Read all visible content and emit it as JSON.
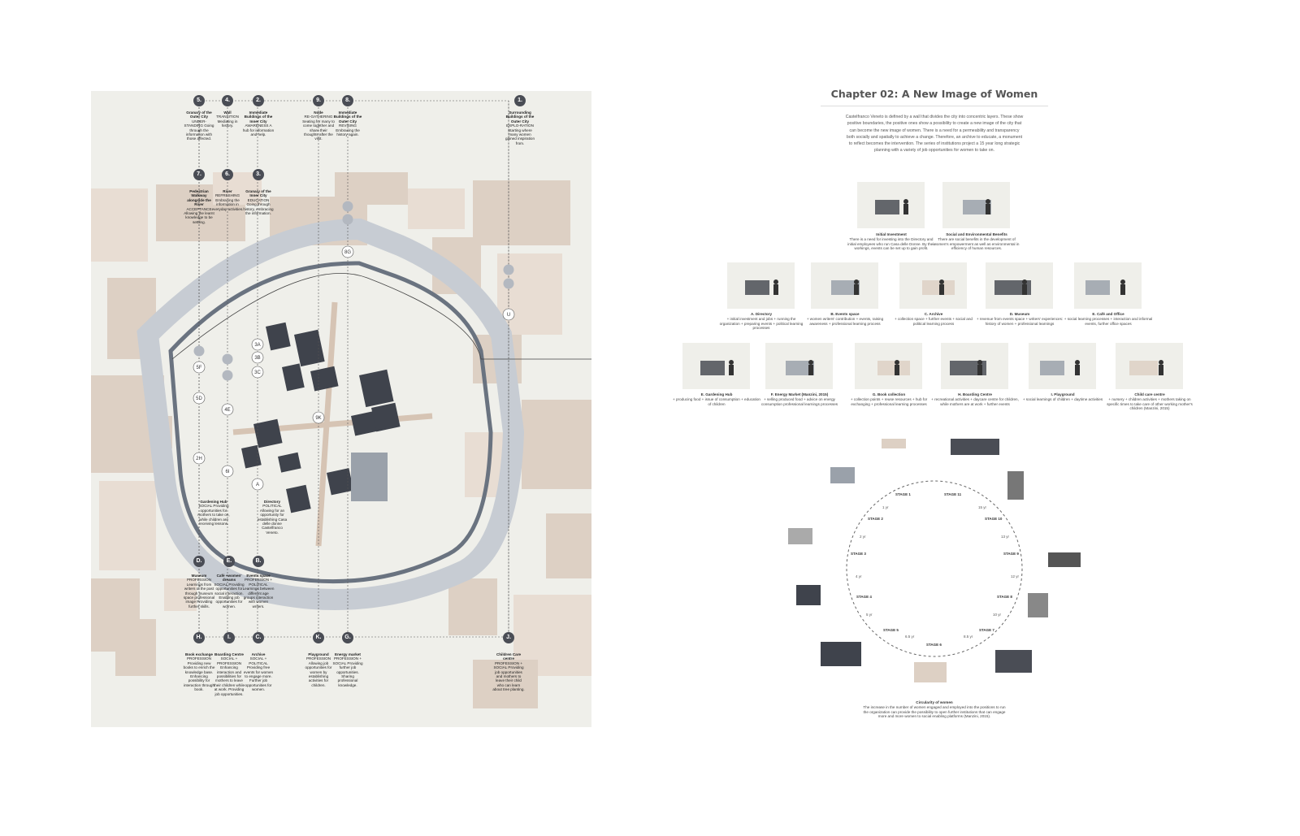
{
  "map": {
    "top_markers": [
      {
        "n": "5.",
        "title": "Granary of the Outer City",
        "text": "UNDER-STANDING Going through the information with those affected."
      },
      {
        "n": "4.",
        "title": "Wall",
        "text": "TRANSITION Mediating in history."
      },
      {
        "n": "2.",
        "title": "Immediate Buildings of the Inner City",
        "text": "AWARENESS A hub for information and help."
      },
      {
        "n": "9.",
        "title": "Node",
        "text": "RE-GATHERING Seating for many to come together and share their thoughts after the visit."
      },
      {
        "n": "8.",
        "title": "Immediate Buildings of the Outer City",
        "text": "REVISING Embracing the history again."
      },
      {
        "n": "1.",
        "title": "Surrounding Buildings of the Outer City",
        "text": "EXPLO-RATION Starting where many women gained inspiration from."
      }
    ],
    "second_markers": [
      {
        "n": "7.",
        "title": "Pedestrian Walkway alongside the River",
        "text": "ACCEPTANCE Allowing the learnt knowledge to be settling."
      },
      {
        "n": "6.",
        "title": "River",
        "text": "REFRESHING Embracing the information in everyday activities."
      },
      {
        "n": "3.",
        "title": "Granary of the Inner City",
        "text": "EDUCATION Going through history, embracing the information."
      }
    ],
    "mid_labels": [
      {
        "title": "Gardening Hub",
        "text": "SOCIAL Providing opportunities for mothers to take on, while children are receiving lessons."
      },
      {
        "title": "Directory",
        "text": "POLITICAL Allowing for an opportunity for establishing Casa delle donne Castelfranco Veneto."
      }
    ],
    "third_markers": [
      {
        "n": "D.",
        "title": "Museum",
        "text": "PROFESSION Learnings from writers of the past through museum space professional image Providing further skills."
      },
      {
        "n": "E.",
        "title": "Café +women' dreams",
        "text": "SOCIAL Providing opportunities for social interaction. Enabling job opportunities for women."
      },
      {
        "n": "B.",
        "title": "Events space",
        "text": "PROFESSION + POLITICAL Learnings between different age groups interaction with women writers."
      }
    ],
    "bottom_markers": [
      {
        "n": "H.",
        "title": "Book exchange",
        "text": "PROFESSION Providing new books to enrich the knowledge base. Enhancing possibility for interaction through book."
      },
      {
        "n": "I.",
        "title": "Boarding Centre",
        "text": "SOCIAL + PROFESSION Enhancing interaction and possibilities for mothers to leave their children while at work. Providing job opportunities."
      },
      {
        "n": "C.",
        "title": "Archive",
        "text": "SOCIAL + POLITICAL Providing free events for women to engage more. Further job opportunities for women."
      },
      {
        "n": "K.",
        "title": "Playground",
        "text": "PROFESSION Allowing job opportunities for women by establishing activities for children."
      },
      {
        "n": "G.",
        "title": "Energy market",
        "text": "PROFESSION + SOCIAL Providing further job opportunities. Sharing professional knowledge."
      },
      {
        "n": "J.",
        "title": "Children Care centre",
        "text": "PROFESSION + SOCIAL Providing job opportunities and mothers to leave their child who can learn about tree planting."
      }
    ],
    "plan_markers": [
      "8G",
      "3A",
      "3B",
      "3C",
      "4E",
      "5D",
      "5F",
      "2H",
      "6I",
      "9K",
      "A",
      "U"
    ]
  },
  "chapter": {
    "title": "Chapter 02: A New Image of Women",
    "intro": "Castelfranco Veneto is defined by a wall that divides the city into concentric layers. These show positive boundaries, the positive ones show a possibility to create a new image of the city that can become the new image of women. There is a need for a permeability and transparency both socially and spatially to achieve a change. Therefore, an archive to educate, a monument to reflect becomes the intervention. The series of institutions project a 15 year long strategic planning with a variety of job opportunities for women to take on."
  },
  "row1": [
    {
      "title": "Initial Investment",
      "text": "There is a need for investing into the Directory and initial employees who run Casa delle Donne. By their workings, events can be set up to gain profit."
    },
    {
      "title": "Social and Environmental Benefits",
      "text": "There are social benefits in the development of women's empowerment as well as environmental in efficiency of human resources."
    }
  ],
  "row2": [
    {
      "title": "A. Directory",
      "text": "+ initial investment and jobs + running the organization + preparing events + political learning processes"
    },
    {
      "title": "B. Events space",
      "text": "+ women writers' contribution + events, raising awareness + professional learning process"
    },
    {
      "title": "C. Archive",
      "text": "+ collection space + further events + social and political learning process"
    },
    {
      "title": "D. Museum",
      "text": "+ revenue from events space + writers' experiences: history of women + professional learnings"
    },
    {
      "title": "E. Café and Office",
      "text": "+ social learning processes + interaction and informal events, further office spaces"
    }
  ],
  "row3": [
    {
      "title": "E. Gardening Hub",
      "text": "+ producing food + issue of consumption + education of children"
    },
    {
      "title": "F. Energy Market (Manzini, 2015)",
      "text": "+ selling produced food + advice on energy consumption professional learnings processes"
    },
    {
      "title": "G. Book collection",
      "text": "+ collection points + reuse resources + hub for exchanging + professional learning processes"
    },
    {
      "title": "H. Boarding Centre",
      "text": "+ recreational activities + daycare centre for children, while mothers are at work + further events"
    },
    {
      "title": "I. Playground",
      "text": "+ social learnings of children + daytime activities"
    },
    {
      "title": "Child care centre",
      "text": "+ nursery + children activities + mothers taking on specific times to take care of other working mother's children (Manzini, 2015)"
    }
  ],
  "cycle": {
    "stages": [
      "STAGE 1",
      "STAGE 11",
      "STAGE 2",
      "STAGE 10",
      "STAGE 3",
      "STAGE 9",
      "STAGE 4",
      "STAGE 8",
      "STAGE 5",
      "STAGE 7",
      "STAGE 6"
    ],
    "years": [
      "1 yr",
      "15 yr",
      "2 yr",
      "13 yr",
      "4 yr",
      "12 yr",
      "5 yr",
      "10 yr",
      "6.5 yr",
      "8.5 yr"
    ],
    "caption_title": "Circularity of women",
    "caption": "The increase in the number of women engaged and employed into the positions to run the organization can provide the possibility to open further institutions that can engage more and more women to social enabling platforms (Manzini, 2015)."
  },
  "colors": {
    "beige": "#ddd0c4",
    "light_beige": "#e8ddd3",
    "road": "#c7ccd3",
    "ring": "#6a7380",
    "building": "#3f434c",
    "paper": "#efefea"
  }
}
